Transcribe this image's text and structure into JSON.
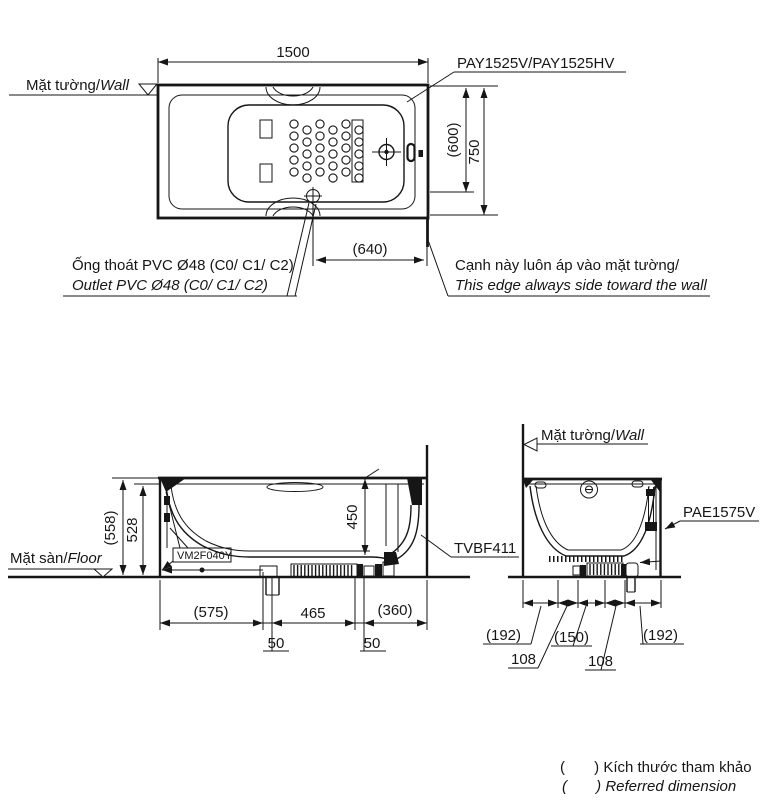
{
  "plan_view": {
    "wall_label_vi": "Mặt tường/",
    "wall_label_en": "Wall",
    "model_label": "PAY1525V/PAY1525HV",
    "dim_length": "1500",
    "dim_width_inner": "(600)",
    "dim_width": "750",
    "dim_drain_to_edge": "(640)",
    "outlet_note_vi": "Ống thoát PVC Ø48 (C0/ C1/ C2)",
    "outlet_note_en": "Outlet PVC Ø48 (C0/ C1/ C2)",
    "wall_edge_note_vi": "Cạnh này luôn áp vào mặt tường/",
    "wall_edge_note_en": "This edge always side toward the wall"
  },
  "side_view": {
    "floor_label_vi": "Mặt sàn/",
    "floor_label_en": "Floor",
    "dim_height_total": "(558)",
    "dim_height_rim": "528",
    "dim_depth_inner": "450",
    "hose_label": "VM2F040Y",
    "drain_label": "TVBF411",
    "dim_left": "(575)",
    "dim_center": "465",
    "dim_right": "(360)",
    "dim_gap_left": "50",
    "dim_gap_right": "50"
  },
  "end_view": {
    "wall_label_vi": "Mặt tường/",
    "wall_label_en": "Wall",
    "model_label": "PAE1575V",
    "dim_left_outer": "(192)",
    "dim_left_inner": "108",
    "dim_center": "(150)",
    "dim_right_inner": "108",
    "dim_right_outer": "(192)"
  },
  "legend": {
    "line1": "(       ) Kích thước tham khảo",
    "line2": "(       ) Referred dimension"
  }
}
